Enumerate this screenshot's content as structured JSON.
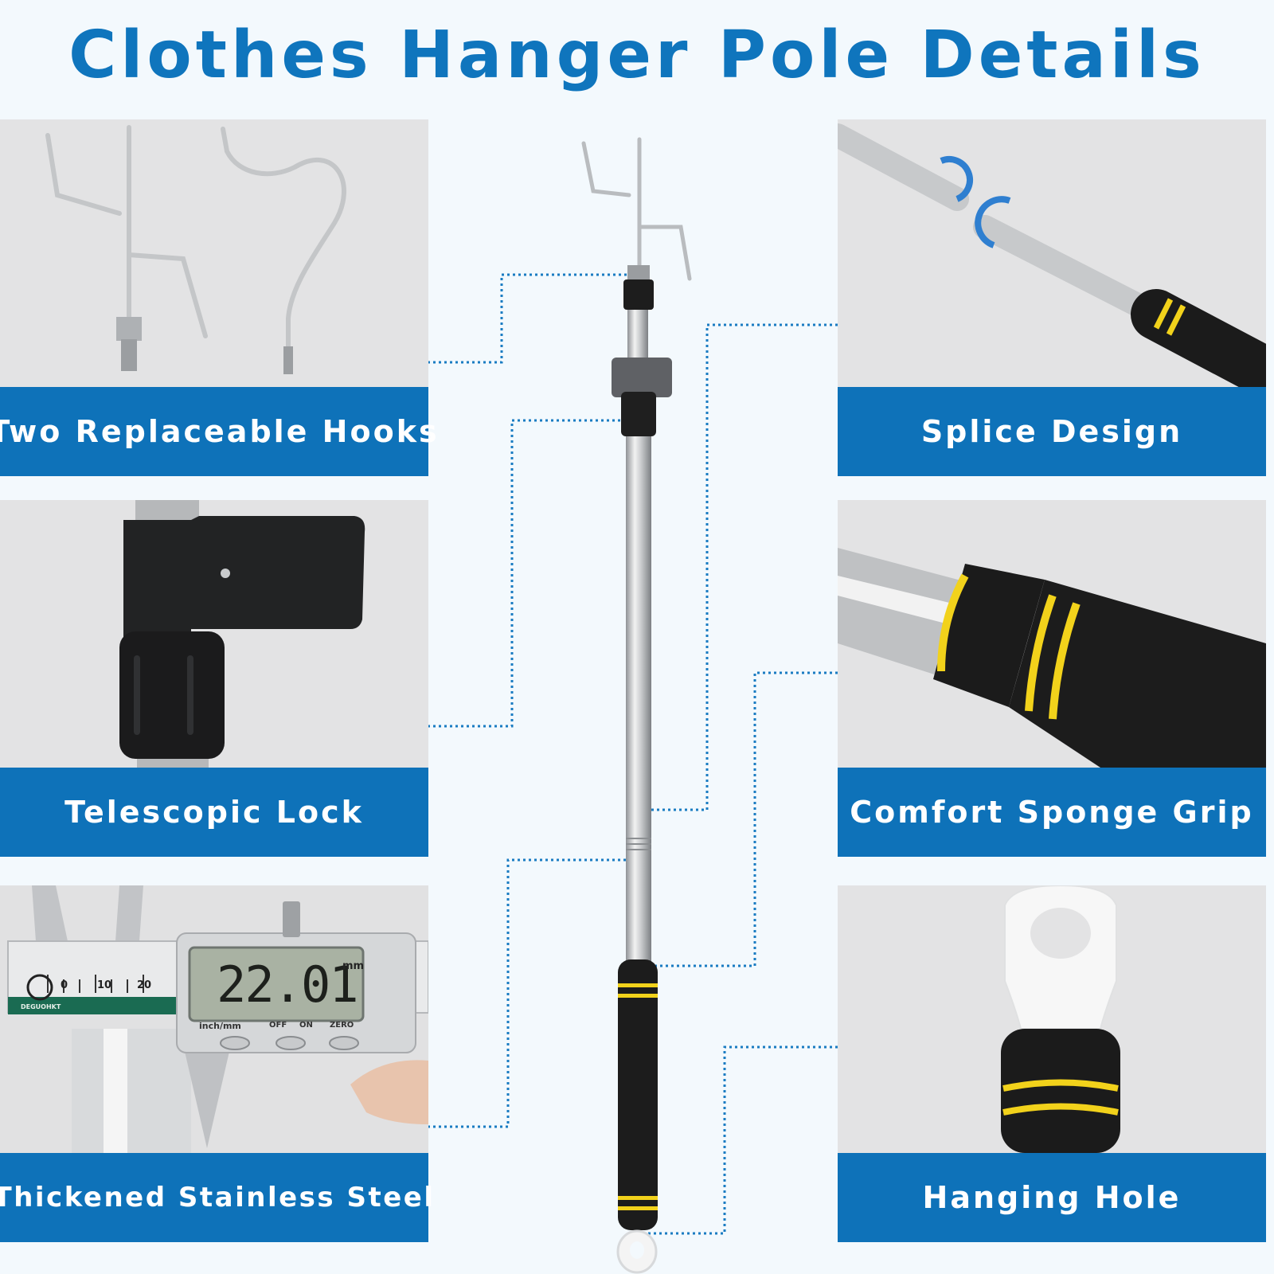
{
  "title": "Clothes Hanger Pole Details",
  "features": {
    "hooks": {
      "label": "Two Replaceable Hooks"
    },
    "lock": {
      "label": "Telescopic Lock"
    },
    "steel": {
      "label": "Thickened Stainless Steel"
    },
    "splice": {
      "label": "Splice Design"
    },
    "grip": {
      "label": "Comfort Sponge Grip"
    },
    "hole": {
      "label": "Hanging Hole"
    }
  },
  "caliper": {
    "reading": "22.01",
    "unit": "mm",
    "scale_marks": [
      "0",
      "10",
      "20"
    ],
    "buttons": [
      "inch/mm",
      "OFF",
      "ON",
      "ZERO"
    ],
    "brand": "DEGUOHKT"
  },
  "colors": {
    "title_blue": "#0f75bd",
    "label_blue": "#0e72b9",
    "dotted_blue": "#1a7cc2",
    "grip_yellow": "#f2d21b",
    "grip_black": "#1c1c1c"
  }
}
